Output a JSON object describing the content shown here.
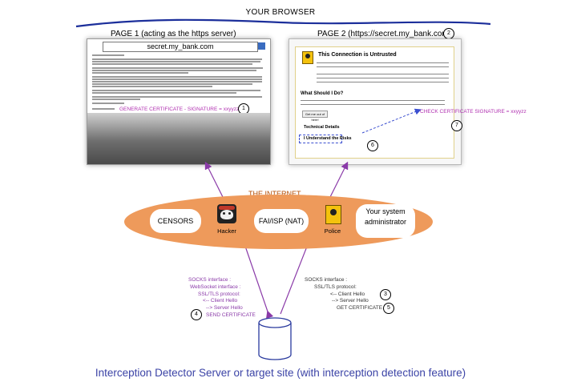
{
  "browser": {
    "title": "YOUR BROWSER"
  },
  "page1": {
    "label": "PAGE 1 (acting as the https server)",
    "url": "secret.my_bank.com",
    "generate_certificate": "GENERATE CERTIFICATE - SIGNATURE = xxyyzz",
    "badge": "1"
  },
  "page2": {
    "label": "PAGE 2 (https://secret.my_bank.com)",
    "badge": "2",
    "title": "This Connection is Untrusted",
    "what_should_i_do": "What Should I Do?",
    "button": "Get me out of here!",
    "technical_details": "Technical Details",
    "understand_risks": "I Understand the Risks",
    "badge_risks": "6",
    "check_certificate": "CHECK CERTIFICATE SIGNATURE = xxyyzz",
    "badge_check": "7"
  },
  "internet": {
    "label": "THE INTERNET",
    "censors": "CENSORS",
    "hacker": "Hacker",
    "isp": "FAI/ISP (NAT)",
    "police": "Police",
    "admin": "Your system administrator"
  },
  "left_note": {
    "lines": [
      "SOCKS interface :",
      "WebSocket interface :",
      "SSL/TLS protocol:",
      "<-- Client Hello",
      "--> Server Hello",
      "SEND CERTIFICATE"
    ],
    "badge": "4"
  },
  "right_note": {
    "lines": [
      "SOCKS interface :",
      "SSL/TLS protocol:",
      "<-- Client Hello",
      "--> Server Hello",
      "GET CERTIFICATE"
    ],
    "badge_hello": "3",
    "badge_get": "5"
  },
  "server": {
    "title": "Interception Detector Server or target site (with interception detection feature)"
  },
  "colors": {
    "purple_arrow": "#8a3aa8",
    "blue_arrow": "#3b4fd0",
    "internet": "#ee9a5b",
    "title_blue": "#3b43a6"
  }
}
